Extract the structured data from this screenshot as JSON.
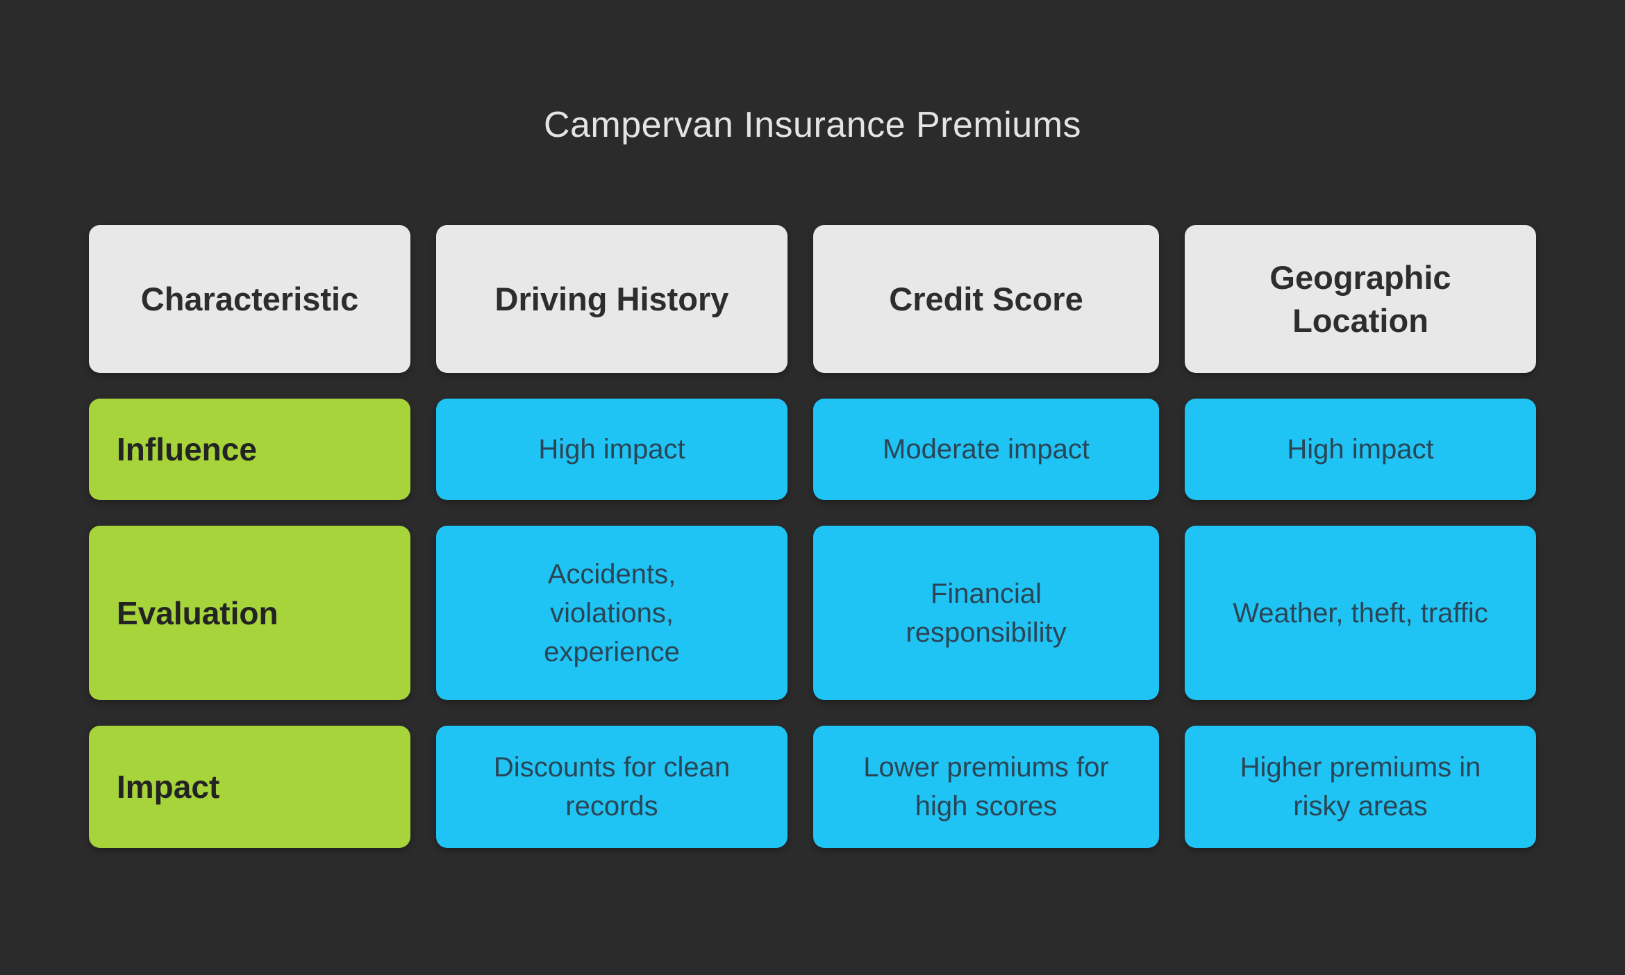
{
  "title": "Campervan Insurance Premiums",
  "colors": {
    "background": "#2b2b2b",
    "title_text": "#e4e4e4",
    "header_cell": "#e8e8e8",
    "header_text": "#2d2d2d",
    "row_label_cell": "#a6d43a",
    "row_label_text": "#232323",
    "value_cell": "#20c4f4",
    "value_text": "#2a4556"
  },
  "table": {
    "header_row": [
      "Characteristic",
      "Driving History",
      "Credit Score",
      "Geographic\nLocation"
    ],
    "rows": [
      {
        "label": "Influence",
        "values": [
          "High impact",
          "Moderate impact",
          "High impact"
        ]
      },
      {
        "label": "Evaluation",
        "values": [
          "Accidents,\nviolations,\nexperience",
          "Financial\nresponsibility",
          "Weather, theft, traffic"
        ]
      },
      {
        "label": "Impact",
        "values": [
          "Discounts for clean\nrecords",
          "Lower premiums for\nhigh scores",
          "Higher premiums in\nrisky areas"
        ]
      }
    ]
  }
}
